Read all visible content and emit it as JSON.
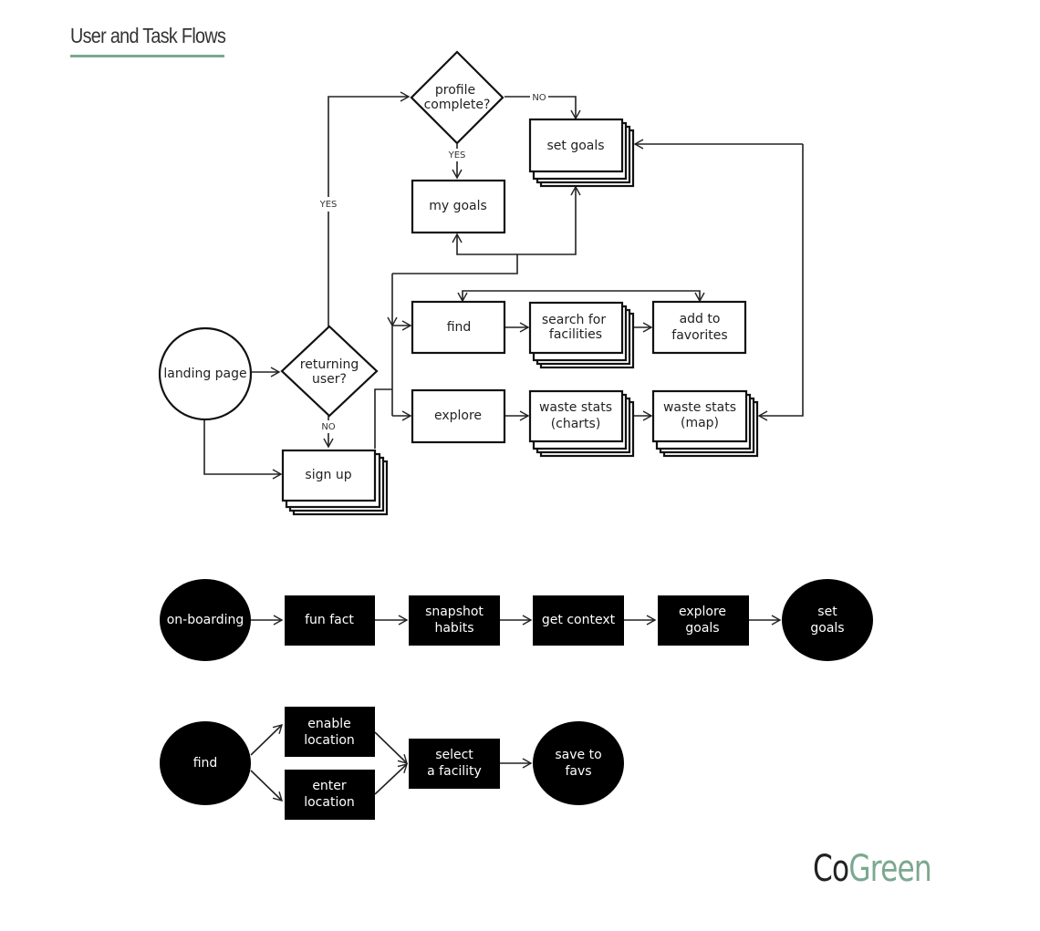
{
  "page": {
    "title": "User and Task Flows",
    "accent": "#7ba88f"
  },
  "flow1": {
    "landing_page": "landing page",
    "returning_user": [
      "returning",
      "user?"
    ],
    "profile_complete": [
      "profile",
      "complete?"
    ],
    "set_goals": "set goals",
    "my_goals": "my goals",
    "find": "find",
    "search_facilities": [
      "search for",
      "facilities"
    ],
    "add_favorites": [
      "add to",
      "favorites"
    ],
    "explore": "explore",
    "waste_charts": [
      "waste stats",
      "(charts)"
    ],
    "waste_map": [
      "waste stats",
      "(map)"
    ],
    "sign_up": "sign up",
    "label_yes": "YES",
    "label_no": "NO"
  },
  "flow2": {
    "onboarding": "on-boarding",
    "fun_fact": "fun fact",
    "snapshot_habits": [
      "snapshot",
      "habits"
    ],
    "get_context": "get context",
    "explore_goals": [
      "explore",
      "goals"
    ],
    "set_goals": [
      "set",
      "goals"
    ]
  },
  "flow3": {
    "find": "find",
    "enable_location": [
      "enable",
      "location"
    ],
    "enter_location": [
      "enter",
      "location"
    ],
    "select_facility": [
      "select",
      "a facility"
    ],
    "save_favs": [
      "save to",
      "favs"
    ]
  },
  "logo": {
    "co": "Co",
    "green": "Green",
    "color": "#7ba88f"
  }
}
